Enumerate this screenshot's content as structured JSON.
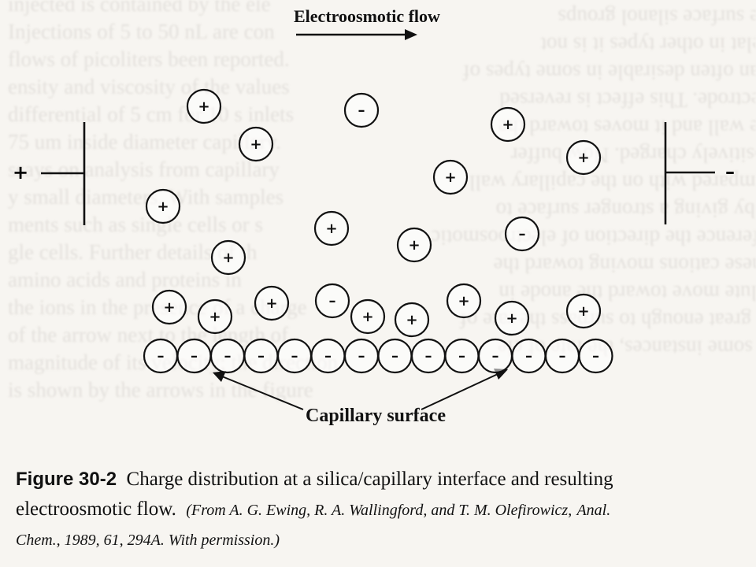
{
  "diagram": {
    "flow_label": "Electroosmotic flow",
    "surface_label": "Capillary surface",
    "anode_sign": "+",
    "cathode_sign": "–",
    "ion_sign_positive": "+",
    "ion_sign_negative": "–",
    "colors": {
      "ink": "#111111",
      "paper": "#f7f5f1"
    }
  },
  "caption": {
    "figure_number": "Figure 30-2",
    "line1_text": "Charge distribution at a silica/capillary interface and resulting",
    "line2_text": "electroosmotic flow.",
    "source_open": "(From A. G. Ewing, R. A. Wallingford, and T. M. Olefirowicz,",
    "source_journal_a": "Anal.",
    "source_journal_b": "Chem.,",
    "source_year": "1989,",
    "source_rest": "61, 294A. With permission.)"
  },
  "background_text": {
    "left": [
      "injected is contained by the ele",
      "Injections of 5 to 50 nL are con",
      "flows of picoliters been reported.",
      "ensity and viscosity of the values",
      "differential of 5 cm for 10 s inlets",
      "75 um inside diameter capillary.",
      "ssays on analysis from capillary",
      "y small diameters. With samples",
      "ments such as single cells or s",
      "gle cells. Further details of th",
      "amino acids and proteins in",
      "the ions in the presence of a charge",
      "of the arrow next to the length of",
      "magnitude of its velocity; the direction",
      "is shown by the arrows in the figure"
    ],
    "right": [
      "In some instances, the rate of ele",
      "so great enough to surpass the rate of",
      "solute move toward the anode in",
      "These cations moving toward the",
      "reference the direction of electroosmotic",
      "at by giving a stronger surface to",
      "compared with on the capillary wall",
      "positively charged. Now buffer",
      "the wall and it moves toward the",
      "electrode. This effect is reversed",
      "than often desirable in some types of",
      "Relat in other types it is not",
      "the surface silanol groups"
    ]
  }
}
